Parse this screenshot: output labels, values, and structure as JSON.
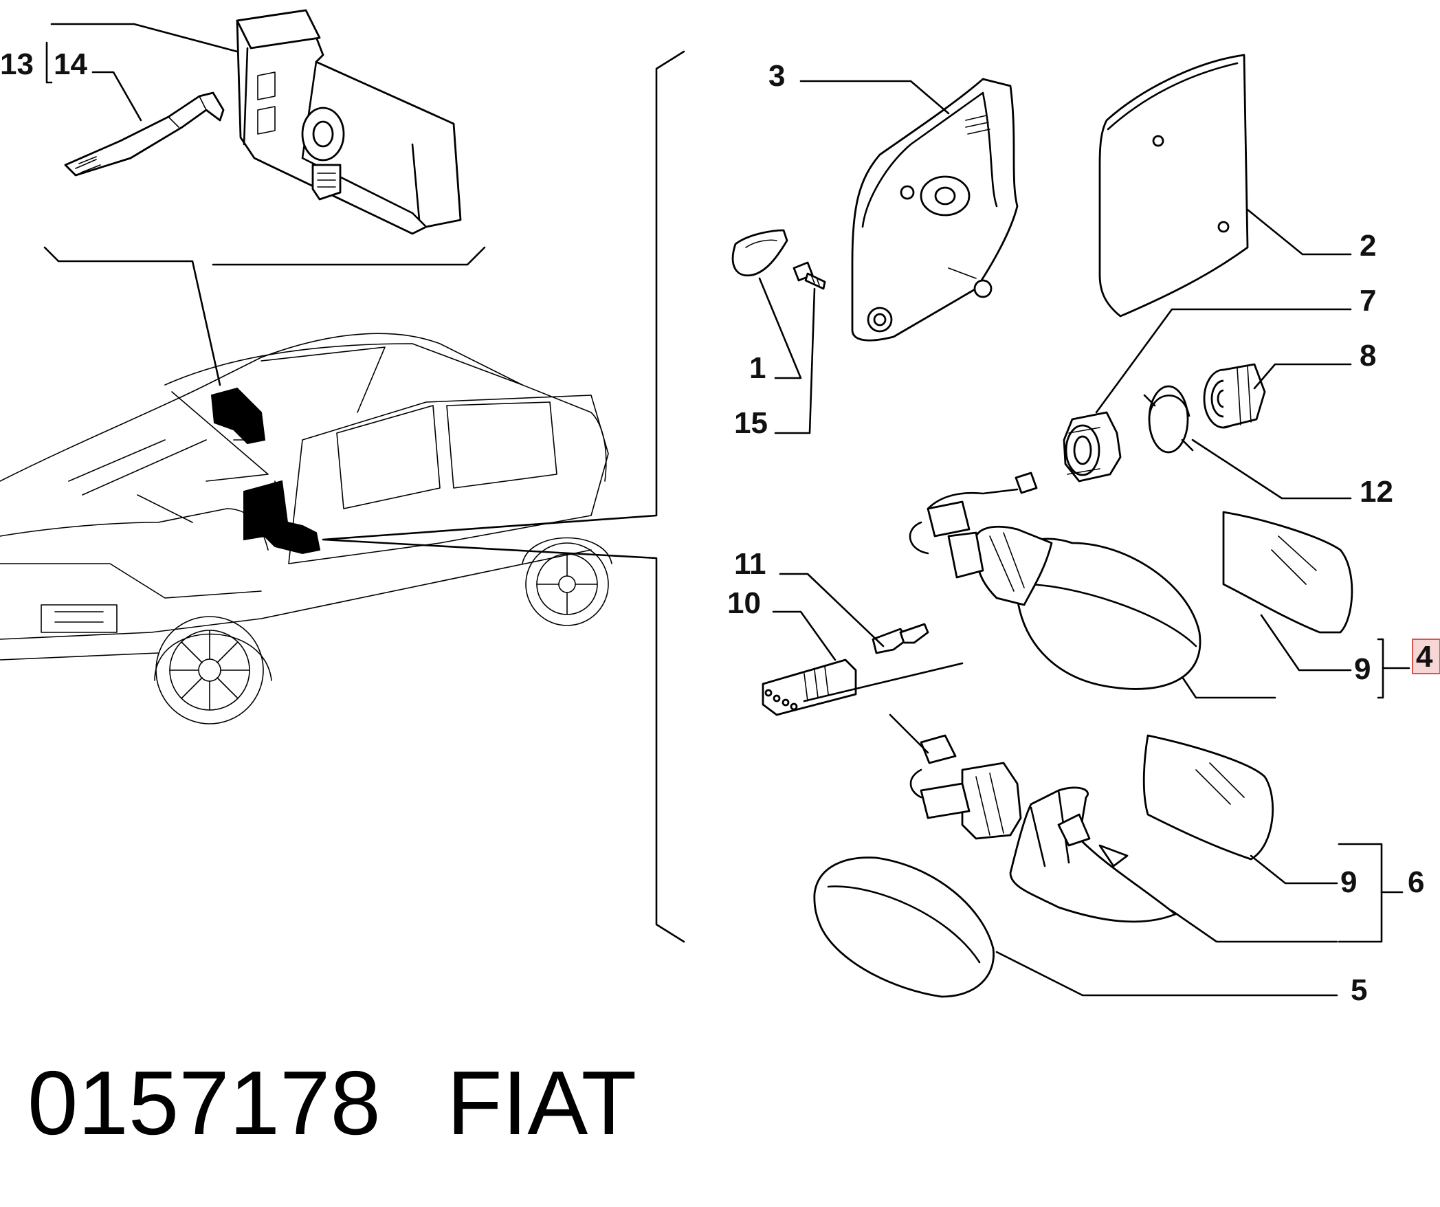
{
  "caption": {
    "part_number": "0157178",
    "brand": "FIAT"
  },
  "callouts": {
    "c1": "1",
    "c2": "2",
    "c3": "3",
    "c4": "4",
    "c5": "5",
    "c6": "6",
    "c7": "7",
    "c8": "8",
    "c9a": "9",
    "c9b": "9",
    "c10": "10",
    "c11": "11",
    "c12": "12",
    "c13": "13",
    "c14": "14",
    "c15": "15"
  },
  "highlight_color": "#d9534f"
}
